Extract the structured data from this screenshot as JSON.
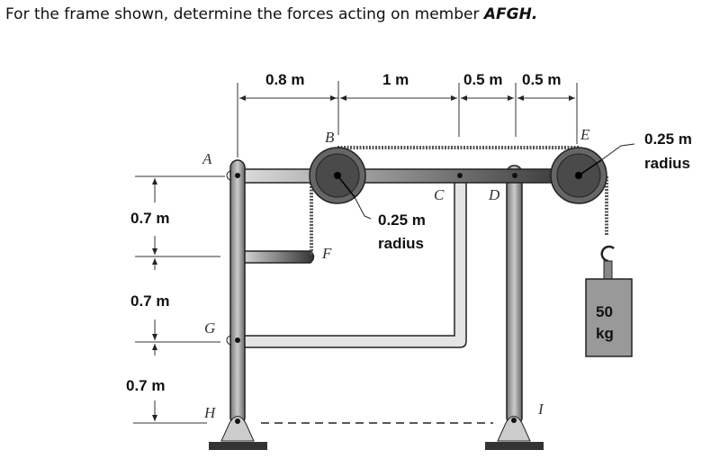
{
  "problem": {
    "text": "For the frame shown, determine the forces acting on member ",
    "member": "AFGH",
    "end": "."
  },
  "diagram": {
    "horizontal_dims": [
      "0.8 m",
      "1 m",
      "0.5 m",
      "0.5 m"
    ],
    "vertical_dims": [
      "0.7 m",
      "0.7 m",
      "0.7 m"
    ],
    "points": {
      "A": "A",
      "B": "B",
      "C": "C",
      "D": "D",
      "E": "E",
      "F": "F",
      "G": "G",
      "H": "H",
      "I": "I"
    },
    "pulley_b_radius": {
      "value": "0.25 m",
      "unit": "radius"
    },
    "pulley_e_radius": {
      "value": "0.25 m",
      "unit": "radius"
    },
    "weight": {
      "mass": "50",
      "unit": "kg"
    }
  }
}
